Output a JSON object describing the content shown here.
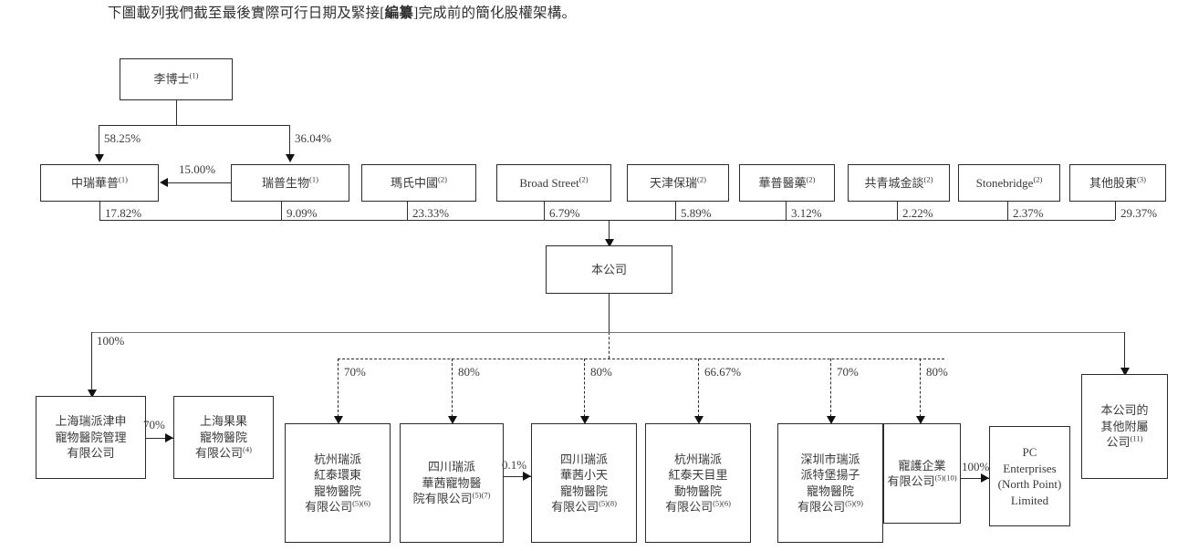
{
  "intro": {
    "before": "下圖載列我們截至最後實際可行日期及緊接[",
    "bold": "編纂",
    "after": "]完成前的簡化股權架構。"
  },
  "nodes": {
    "founder": {
      "label": "李博士",
      "note": "(1)"
    },
    "tier2": [
      {
        "id": "zrhp",
        "label": "中瑞華普",
        "note": "(1)",
        "to_company": "17.82%"
      },
      {
        "id": "rpsw",
        "label": "瑞普生物",
        "note": "(1)",
        "to_company": "9.09%"
      },
      {
        "id": "mars",
        "label": "瑪氏中國",
        "note": "(2)",
        "to_company": "23.33%"
      },
      {
        "id": "broadstreet",
        "label": "Broad Street",
        "note": "(2)",
        "to_company": "6.79%"
      },
      {
        "id": "tjbr",
        "label": "天津保瑞",
        "note": "(2)",
        "to_company": "5.89%"
      },
      {
        "id": "hpyy",
        "label": "華普醫藥",
        "note": "(2)",
        "to_company": "3.12%"
      },
      {
        "id": "gqcjt",
        "label": "共青城金談",
        "note": "(2)",
        "to_company": "2.22%"
      },
      {
        "id": "stonebridge",
        "label": "Stonebridge",
        "note": "(2)",
        "to_company": "2.37%"
      },
      {
        "id": "others",
        "label": "其他股東",
        "note": "(3)",
        "to_company": "29.37%"
      }
    ],
    "company": {
      "label": "本公司",
      "note": ""
    },
    "subs": [
      {
        "id": "sh-ruipai",
        "lines": [
          "上海瑞派津申",
          "寵物醫院管理",
          "有限公司"
        ],
        "note": ""
      },
      {
        "id": "sh-guoguo",
        "lines": [
          "上海果果",
          "寵物醫院",
          "有限公司"
        ],
        "note": "(4)"
      },
      {
        "id": "hz-hthd",
        "lines": [
          "杭州瑞派",
          "紅泰環東",
          "寵物醫院",
          "有限公司"
        ],
        "note": "(5)(6)"
      },
      {
        "id": "sc-hq",
        "lines": [
          "四川瑞派",
          "華茜寵物醫",
          "院有限公司"
        ],
        "note": "(5)(7)"
      },
      {
        "id": "sc-hqxt",
        "lines": [
          "四川瑞派",
          "華茜小天",
          "寵物醫院",
          "有限公司"
        ],
        "note": "(5)(8)"
      },
      {
        "id": "hz-html",
        "lines": [
          "杭州瑞派",
          "紅泰天目里",
          "動物醫院",
          "有限公司"
        ],
        "note": "(5)(6)"
      },
      {
        "id": "sz-ptbyz",
        "lines": [
          "深圳市瑞派",
          "派特堡揚子",
          "寵物醫院",
          "有限公司"
        ],
        "note": "(5)(9)"
      },
      {
        "id": "chonghu",
        "lines": [
          "寵護企業",
          "有限公司"
        ],
        "note": "(5)(10)"
      },
      {
        "id": "pc-ent",
        "lines": [
          "PC",
          "Enterprises",
          "(North Point)",
          "Limited"
        ],
        "note": ""
      },
      {
        "id": "other-subs",
        "lines": [
          "本公司的",
          "其他附屬",
          "公司"
        ],
        "note": "(11)"
      }
    ]
  },
  "edges": {
    "founder_to_zrhp": "58.25%",
    "founder_to_rpsw": "36.04%",
    "rpsw_to_zrhp": "15.00%",
    "company_to_shruipai": "100%",
    "shruipai_to_guoguo": "70%",
    "company_to_hzhthd": "70%",
    "company_to_schq": "80%",
    "company_to_schqxt": "80%",
    "company_to_hzhtml": "66.67%",
    "company_to_szptbyz": "70%",
    "company_to_chonghu": "80%",
    "schq_to_schqxt": "0.1%",
    "chonghu_to_pcent": "100%"
  },
  "colors": {
    "box_border": "#2b2b2b",
    "text": "#3a3a3a",
    "bus_gray": "#6f6f6f",
    "background": "#ffffff"
  }
}
